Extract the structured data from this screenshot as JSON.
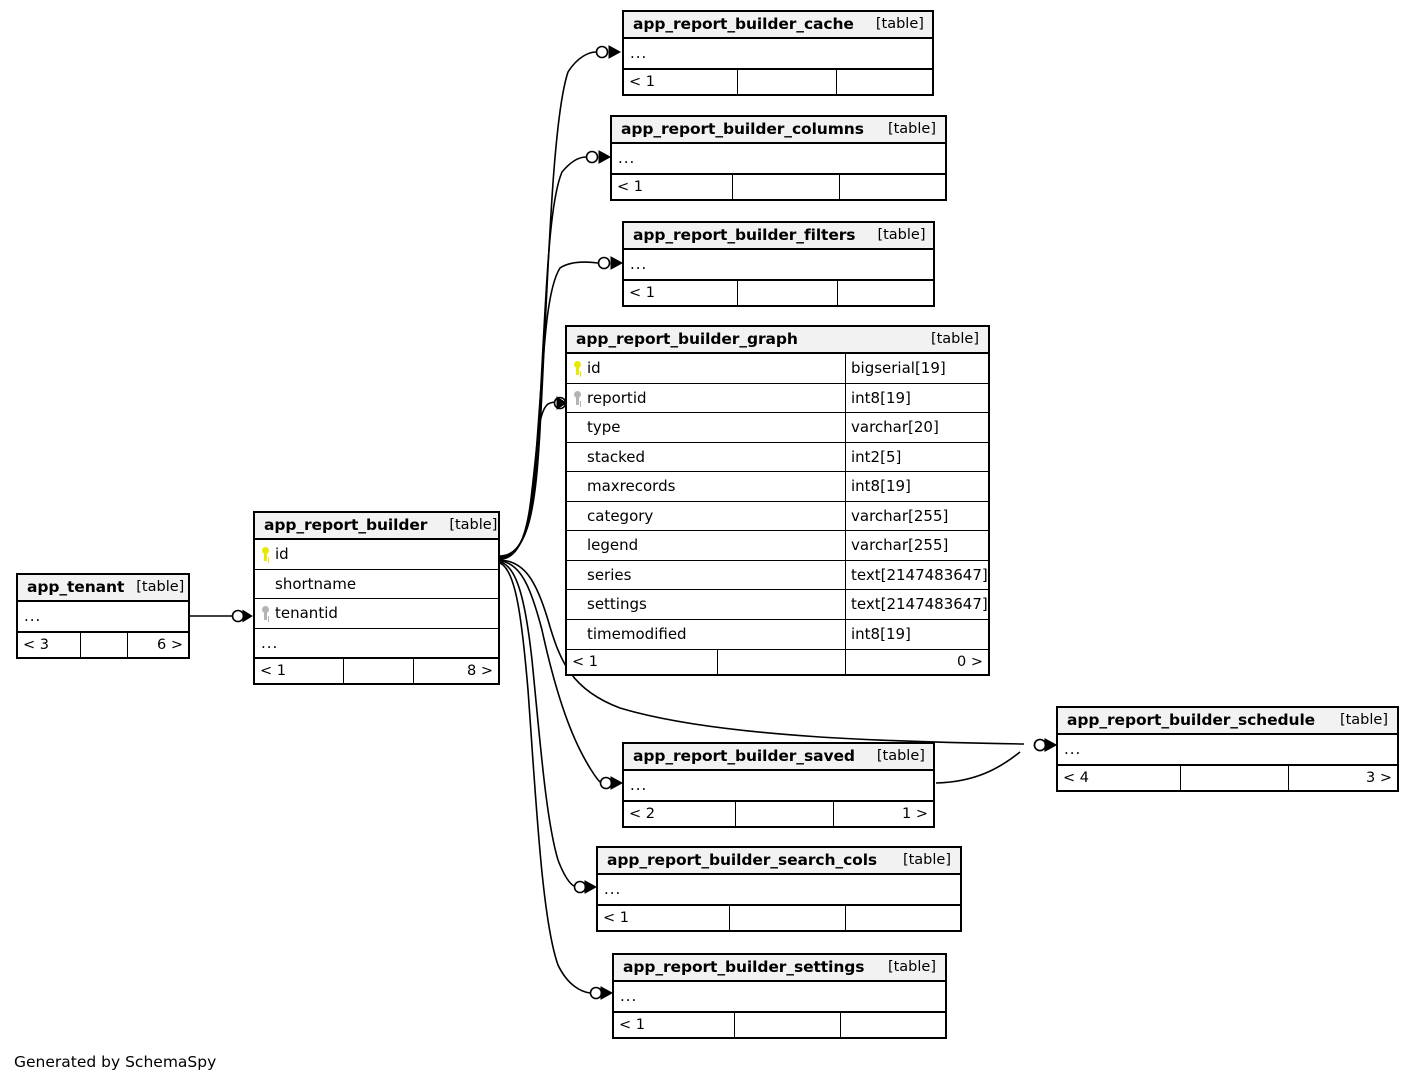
{
  "diagram": {
    "type": "entity-relationship-diagram",
    "generator_credit": "Generated by SchemaSpy",
    "table_tag": "[table]"
  },
  "tables": {
    "tenant": {
      "name": "app_tenant",
      "tag": "[table]",
      "rows": [
        {
          "label": "..."
        }
      ],
      "footer": [
        "< 3",
        "",
        "6 >"
      ]
    },
    "builder": {
      "name": "app_report_builder",
      "tag": "[table]",
      "rows": [
        {
          "label": "id",
          "key": "primary"
        },
        {
          "label": "shortname",
          "key": "none"
        },
        {
          "label": "tenantid",
          "key": "foreign"
        },
        {
          "label": "..."
        }
      ],
      "footer": [
        "< 1",
        "",
        "8 >"
      ]
    },
    "cache": {
      "name": "app_report_builder_cache",
      "tag": "[table]",
      "rows": [
        {
          "label": "..."
        }
      ],
      "footer": [
        "< 1",
        "",
        ""
      ]
    },
    "columns": {
      "name": "app_report_builder_columns",
      "tag": "[table]",
      "rows": [
        {
          "label": "..."
        }
      ],
      "footer": [
        "< 1",
        "",
        ""
      ]
    },
    "filters": {
      "name": "app_report_builder_filters",
      "tag": "[table]",
      "rows": [
        {
          "label": "..."
        }
      ],
      "footer": [
        "< 1",
        "",
        ""
      ]
    },
    "graph": {
      "name": "app_report_builder_graph",
      "tag": "[table]",
      "columns": [
        {
          "name": "id",
          "type": "bigserial[19]",
          "key": "primary"
        },
        {
          "name": "reportid",
          "type": "int8[19]",
          "key": "foreign"
        },
        {
          "name": "type",
          "type": "varchar[20]",
          "key": "none"
        },
        {
          "name": "stacked",
          "type": "int2[5]",
          "key": "none"
        },
        {
          "name": "maxrecords",
          "type": "int8[19]",
          "key": "none"
        },
        {
          "name": "category",
          "type": "varchar[255]",
          "key": "none"
        },
        {
          "name": "legend",
          "type": "varchar[255]",
          "key": "none"
        },
        {
          "name": "series",
          "type": "text[2147483647]",
          "key": "none"
        },
        {
          "name": "settings",
          "type": "text[2147483647]",
          "key": "none"
        },
        {
          "name": "timemodified",
          "type": "int8[19]",
          "key": "none"
        }
      ],
      "footer": [
        "< 1",
        "",
        "0 >"
      ]
    },
    "saved": {
      "name": "app_report_builder_saved",
      "tag": "[table]",
      "rows": [
        {
          "label": "..."
        }
      ],
      "footer": [
        "< 2",
        "",
        "1 >"
      ]
    },
    "schedule": {
      "name": "app_report_builder_schedule",
      "tag": "[table]",
      "rows": [
        {
          "label": "..."
        }
      ],
      "footer": [
        "< 4",
        "",
        "3 >"
      ]
    },
    "search_cols": {
      "name": "app_report_builder_search_cols",
      "tag": "[table]",
      "rows": [
        {
          "label": "..."
        }
      ],
      "footer": [
        "< 1",
        "",
        ""
      ]
    },
    "settings": {
      "name": "app_report_builder_settings",
      "tag": "[table]",
      "rows": [
        {
          "label": "..."
        }
      ],
      "footer": [
        "< 1",
        "",
        ""
      ]
    }
  },
  "colors": {
    "line": "#000000",
    "header_fill": "#f2f2f2",
    "primary_key": "#e8e800",
    "foreign_key": "#b4b4b4",
    "background": "#ffffff"
  }
}
